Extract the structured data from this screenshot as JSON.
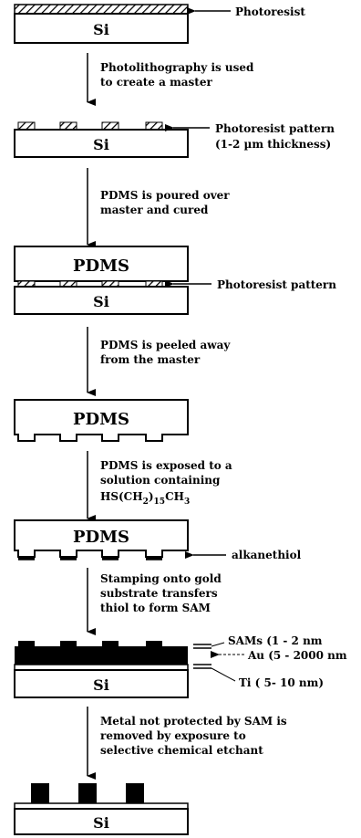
{
  "stages": {
    "s1": {
      "layer": "Si",
      "label": "Photoresist"
    },
    "s2": {
      "layer": "Si",
      "label_line1": "Photoresist pattern",
      "label_line2": "(1-2 µm thickness)"
    },
    "s3": {
      "top": "PDMS",
      "bottom": "Si",
      "label": "Photoresist pattern"
    },
    "s4": {
      "layer": "PDMS"
    },
    "s5": {
      "layer": "PDMS",
      "label": "alkanethiol"
    },
    "s6": {
      "layer": "Si",
      "label_sam": "SAMs (1 - 2 nm",
      "label_au": "Au (5 - 2000 nm",
      "label_ti": "Ti ( 5- 10 nm)"
    },
    "s7": {
      "layer": "Si"
    }
  },
  "steps": {
    "step1": {
      "line1": "Photolithography is used",
      "line2": "to create a master"
    },
    "step2": {
      "line1": "PDMS is poured over",
      "line2": "master and cured"
    },
    "step3": {
      "line1": "PDMS is peeled away",
      "line2": "from the master"
    },
    "step4": {
      "line1": "PDMS is exposed to a",
      "line2": "solution containing",
      "formula_a": "HS(CH",
      "sub_a": "2",
      "formula_b": ")",
      "sub_b": "15",
      "formula_c": "CH",
      "sub_c": "3"
    },
    "step5": {
      "line1": "Stamping onto gold",
      "line2": "substrate transfers",
      "line3": "thiol to form SAM"
    },
    "step6": {
      "line1": "Metal  not protected by SAM is",
      "line2": "removed by exposure to",
      "line3": "selective chemical etchant"
    }
  }
}
